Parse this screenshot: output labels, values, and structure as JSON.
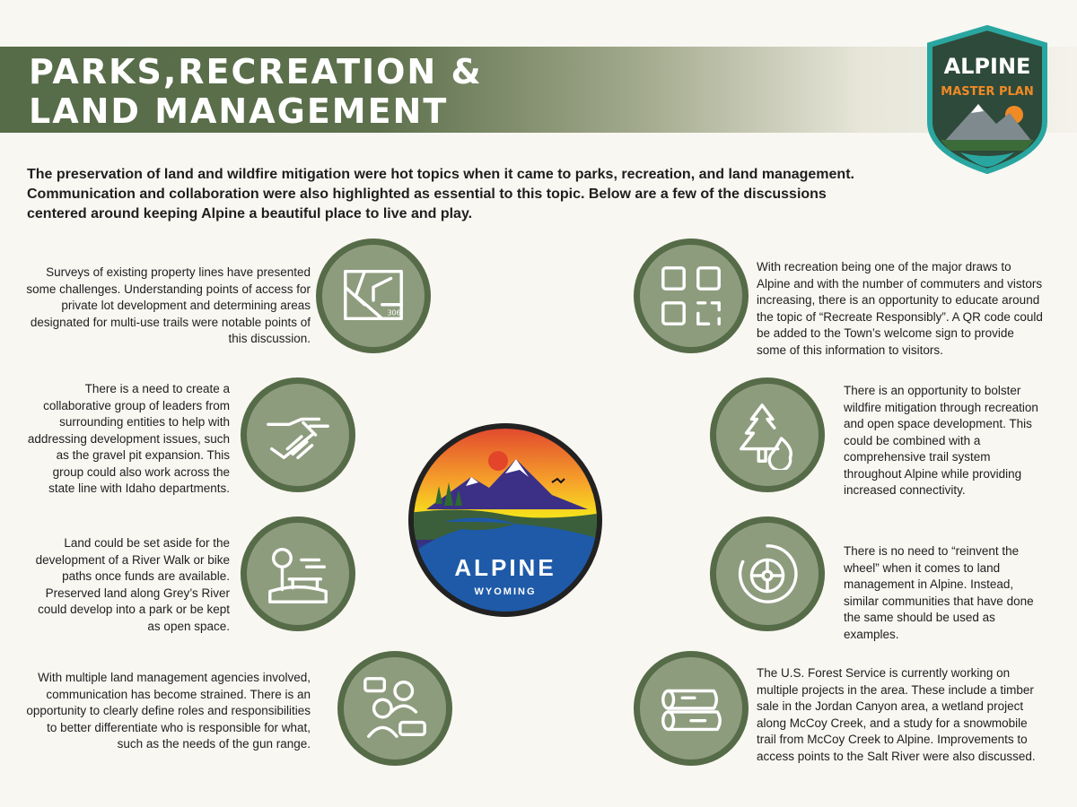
{
  "header": {
    "title_line1": "PARKS,RECREATION &",
    "title_line2": "LAND MANAGEMENT"
  },
  "logo": {
    "line1": "ALPINE",
    "line2": "MASTER PLAN"
  },
  "intro": "The preservation of land and wildfire mitigation were hot topics when it came to parks, recreation, and land management. Communication and collaboration were also highlighted as essential to this topic. Below are a few of the discussions centered around keeping Alpine a beautiful place to live and play.",
  "center": {
    "name": "ALPINE",
    "sub": "WYOMING"
  },
  "map_label": "306",
  "left": [
    "Surveys of existing property lines have presented some challenges. Understanding points of access for private lot development and determining areas designated for multi-use trails were notable points of this discussion.",
    "There is a need to create a collaborative group of leaders from surrounding entities to help with addressing development issues, such as the gravel pit expansion. This group could also work across the state line with Idaho departments.",
    "Land could be set aside for the development of a River Walk or bike paths once funds are available. Preserved land along Grey’s River could develop into a park or be kept as open space.",
    "With multiple land management agencies involved, communication has become strained. There is an opportunity to clearly define roles and responsibilities to better differentiate who is responsible for what, such as the needs of the gun range."
  ],
  "right": [
    "With recreation being one of the major draws to Alpine and with the number of commuters and vistors increasing, there is an opportunity to educate around the topic of “Recreate Responsibly”. A QR code could be added to the Town’s welcome sign to provide some of this information to visitors.",
    "There is an opportunity to bolster wildfire mitigation through recreation and open space development. This could be combined with a comprehensive trail system throughout Alpine while providing increased connectivity.",
    "There is no need to “reinvent the wheel” when it comes to land management in Alpine. Instead, similar communities that have done the same should be used as examples.",
    "The U.S. Forest Service is currently working on multiple projects in the area. These include a timber sale in the Jordan Canyon area, a wetland project along McCoy Creek, and a study for a snowmobile trail from McCoy Creek to Alpine. Improvements to access points to the Salt River were also discussed."
  ],
  "colors": {
    "green_dark": "#566b48",
    "green_light": "#8e9c7e",
    "teal": "#2aa6a0",
    "orange": "#f08a24"
  }
}
